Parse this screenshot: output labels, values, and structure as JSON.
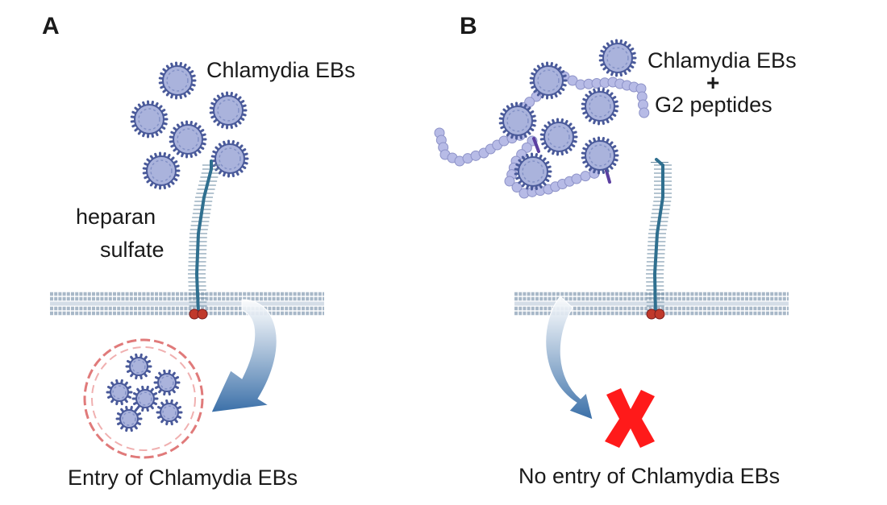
{
  "panels": {
    "a": {
      "label": "A",
      "particles_label": "Chlamydia EBs",
      "receptor_label_line1": "heparan",
      "receptor_label_line2": "sulfate",
      "outcome": "Entry of Chlamydia EBs"
    },
    "b": {
      "label": "B",
      "particles_label": "Chlamydia EBs",
      "plus": "+",
      "peptides_label": "G2 peptides",
      "outcome": "No entry of Chlamydia EBs"
    }
  },
  "colors": {
    "eb_fill": "#aab3dc",
    "eb_edge": "#4a5a9a",
    "chain": "#2f6f8f",
    "membrane": "#a8b8c8",
    "anchor": "#c0392b",
    "vesicle": "#e07a7a",
    "arrow": "#3a6fa8",
    "cross": "#ff1a1a",
    "peptide": "#b7bbe6"
  }
}
